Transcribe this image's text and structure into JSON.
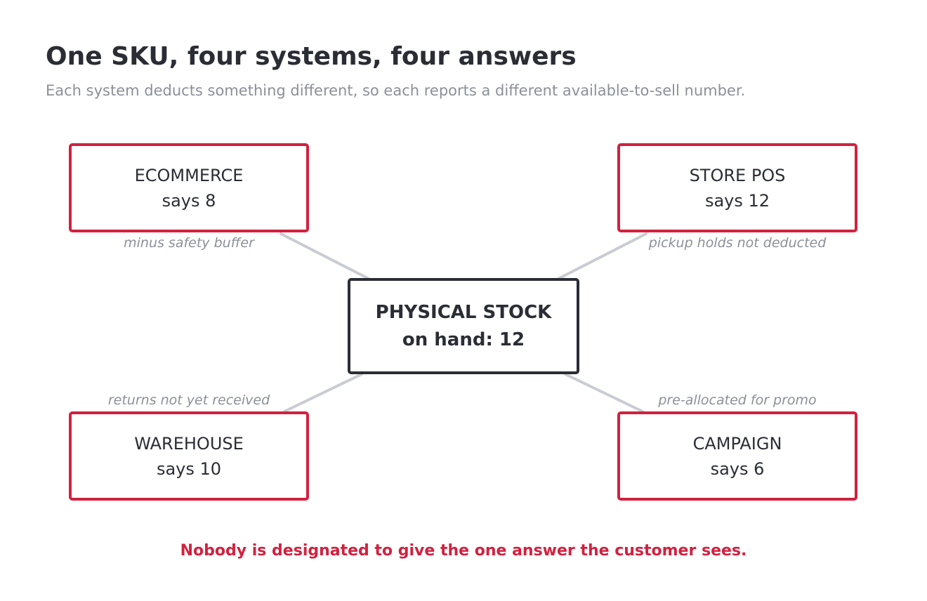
{
  "header": {
    "title": "One SKU, four systems, four answers",
    "subtitle": "Each system deducts something different, so each reports a different available-to-sell number."
  },
  "center": {
    "label": "PHYSICAL STOCK",
    "value": "on hand: 12"
  },
  "systems": [
    {
      "name": "ECOMMERCE",
      "says": "says 8",
      "note": "minus safety buffer"
    },
    {
      "name": "STORE POS",
      "says": "says 12",
      "note": "pickup holds not deducted"
    },
    {
      "name": "WAREHOUSE",
      "says": "says 10",
      "note": "returns not yet received"
    },
    {
      "name": "CAMPAIGN",
      "says": "says 6",
      "note": "pre-allocated for promo"
    }
  ],
  "footer": "Nobody is designated to give the one answer the customer sees.",
  "colors": {
    "accent": "#d1213f",
    "text": "#2a2d34",
    "muted": "#8b9098",
    "connector": "#c9ccd1"
  }
}
